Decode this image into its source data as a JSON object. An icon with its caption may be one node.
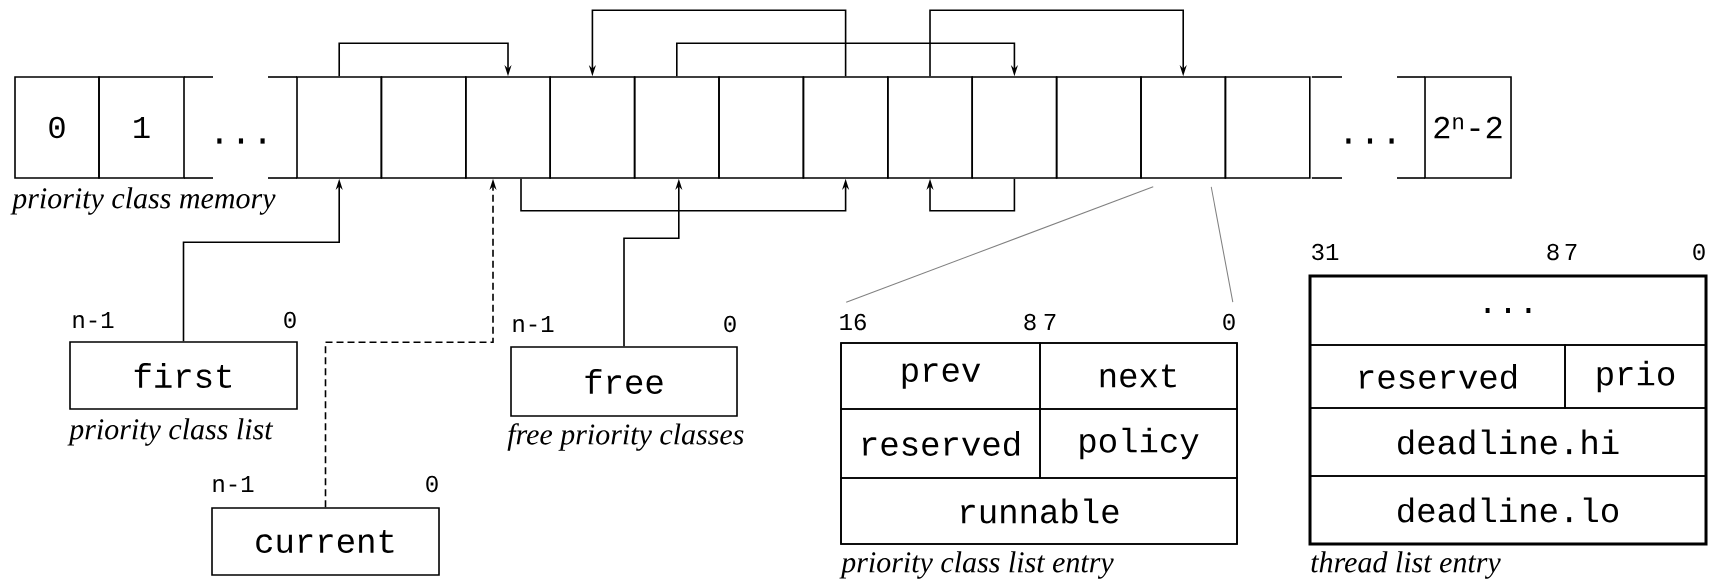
{
  "diagram": {
    "nodes": [
      {
        "text": [
          "0"
        ]
      },
      {
        "text": [
          "1"
        ]
      },
      {
        "text": [],
        "shape": "box"
      },
      {
        "text": [],
        "shape": "box"
      },
      {
        "text": [],
        "shape": "box"
      },
      {
        "text": [],
        "shape": "box"
      },
      {
        "text": [],
        "shape": "box"
      },
      {
        "text": [],
        "shape": "box"
      },
      {
        "text": [],
        "shape": "box"
      },
      {
        "text": [],
        "shape": "box"
      },
      {
        "text": [],
        "shape": "box"
      },
      {
        "text": [],
        "shape": "box"
      },
      {
        "text": [],
        "shape": "box"
      },
      {
        "text": [],
        "shape": "box"
      },
      {
        "text": [
          "2$^{n}$-2"
        ]
      },
      {
        "text": [
          "first"
        ],
        "beside": [
          "n-1",
          "0",
          "priority class list"
        ]
      },
      {
        "text": [
          "current"
        ],
        "beside": [
          "n-1",
          "0"
        ]
      },
      {
        "text": [
          "free"
        ],
        "beside": [
          "n-1",
          "0",
          "free priority classes"
        ]
      },
      {
        "text": [],
        "shape": "box",
        "beside": [
          "16",
          "8",
          "7",
          "0",
          "priority class list entry"
        ]
      },
      {
        "text": [
          "prev"
        ],
        "in": 18
      },
      {
        "text": [
          "next"
        ],
        "in": 18
      },
      {
        "text": [
          "reserved"
        ],
        "in": 18
      },
      {
        "text": [
          "policy"
        ],
        "in": 18
      },
      {
        "text": [
          "runnable"
        ],
        "in": 18
      },
      {
        "text": [],
        "shape": "box",
        "beside": [
          "31",
          "8",
          "7",
          "0",
          "thread list entry"
        ]
      },
      {
        "text": [
          "..."
        ],
        "in": 24
      },
      {
        "text": [
          "reserved"
        ],
        "in": 24
      },
      {
        "text": [
          "prio"
        ],
        "in": 24
      },
      {
        "text": [
          "deadline.hi"
        ],
        "in": 24
      },
      {
        "text": [
          "deadline.lo"
        ],
        "in": 24
      }
    ],
    "edges": [
      {
        "from": 2,
        "to": 4,
        "arrow": "to"
      },
      {
        "from": 8,
        "to": 5,
        "arrow": "to"
      },
      {
        "from": 6,
        "to": 10,
        "arrow": "to"
      },
      {
        "from": 9,
        "to": 12,
        "arrow": "to"
      },
      {
        "from": 4,
        "to": 8,
        "arrow": "to"
      },
      {
        "from": 10,
        "to": 9,
        "arrow": "to"
      },
      {
        "from": 15,
        "to": 2,
        "arrow": "to"
      },
      {
        "from": 16,
        "to": 4,
        "arrow": "to",
        "style": "dashed"
      },
      {
        "from": 17,
        "to": 6,
        "arrow": "to"
      },
      {
        "from": 12,
        "to": 18,
        "arrow": "none",
        "color": "#808080"
      },
      {
        "from": 12,
        "to": 18,
        "arrow": "none",
        "color": "#808080"
      }
    ],
    "labels": [
      "...",
      "...",
      "priority class memory"
    ]
  }
}
